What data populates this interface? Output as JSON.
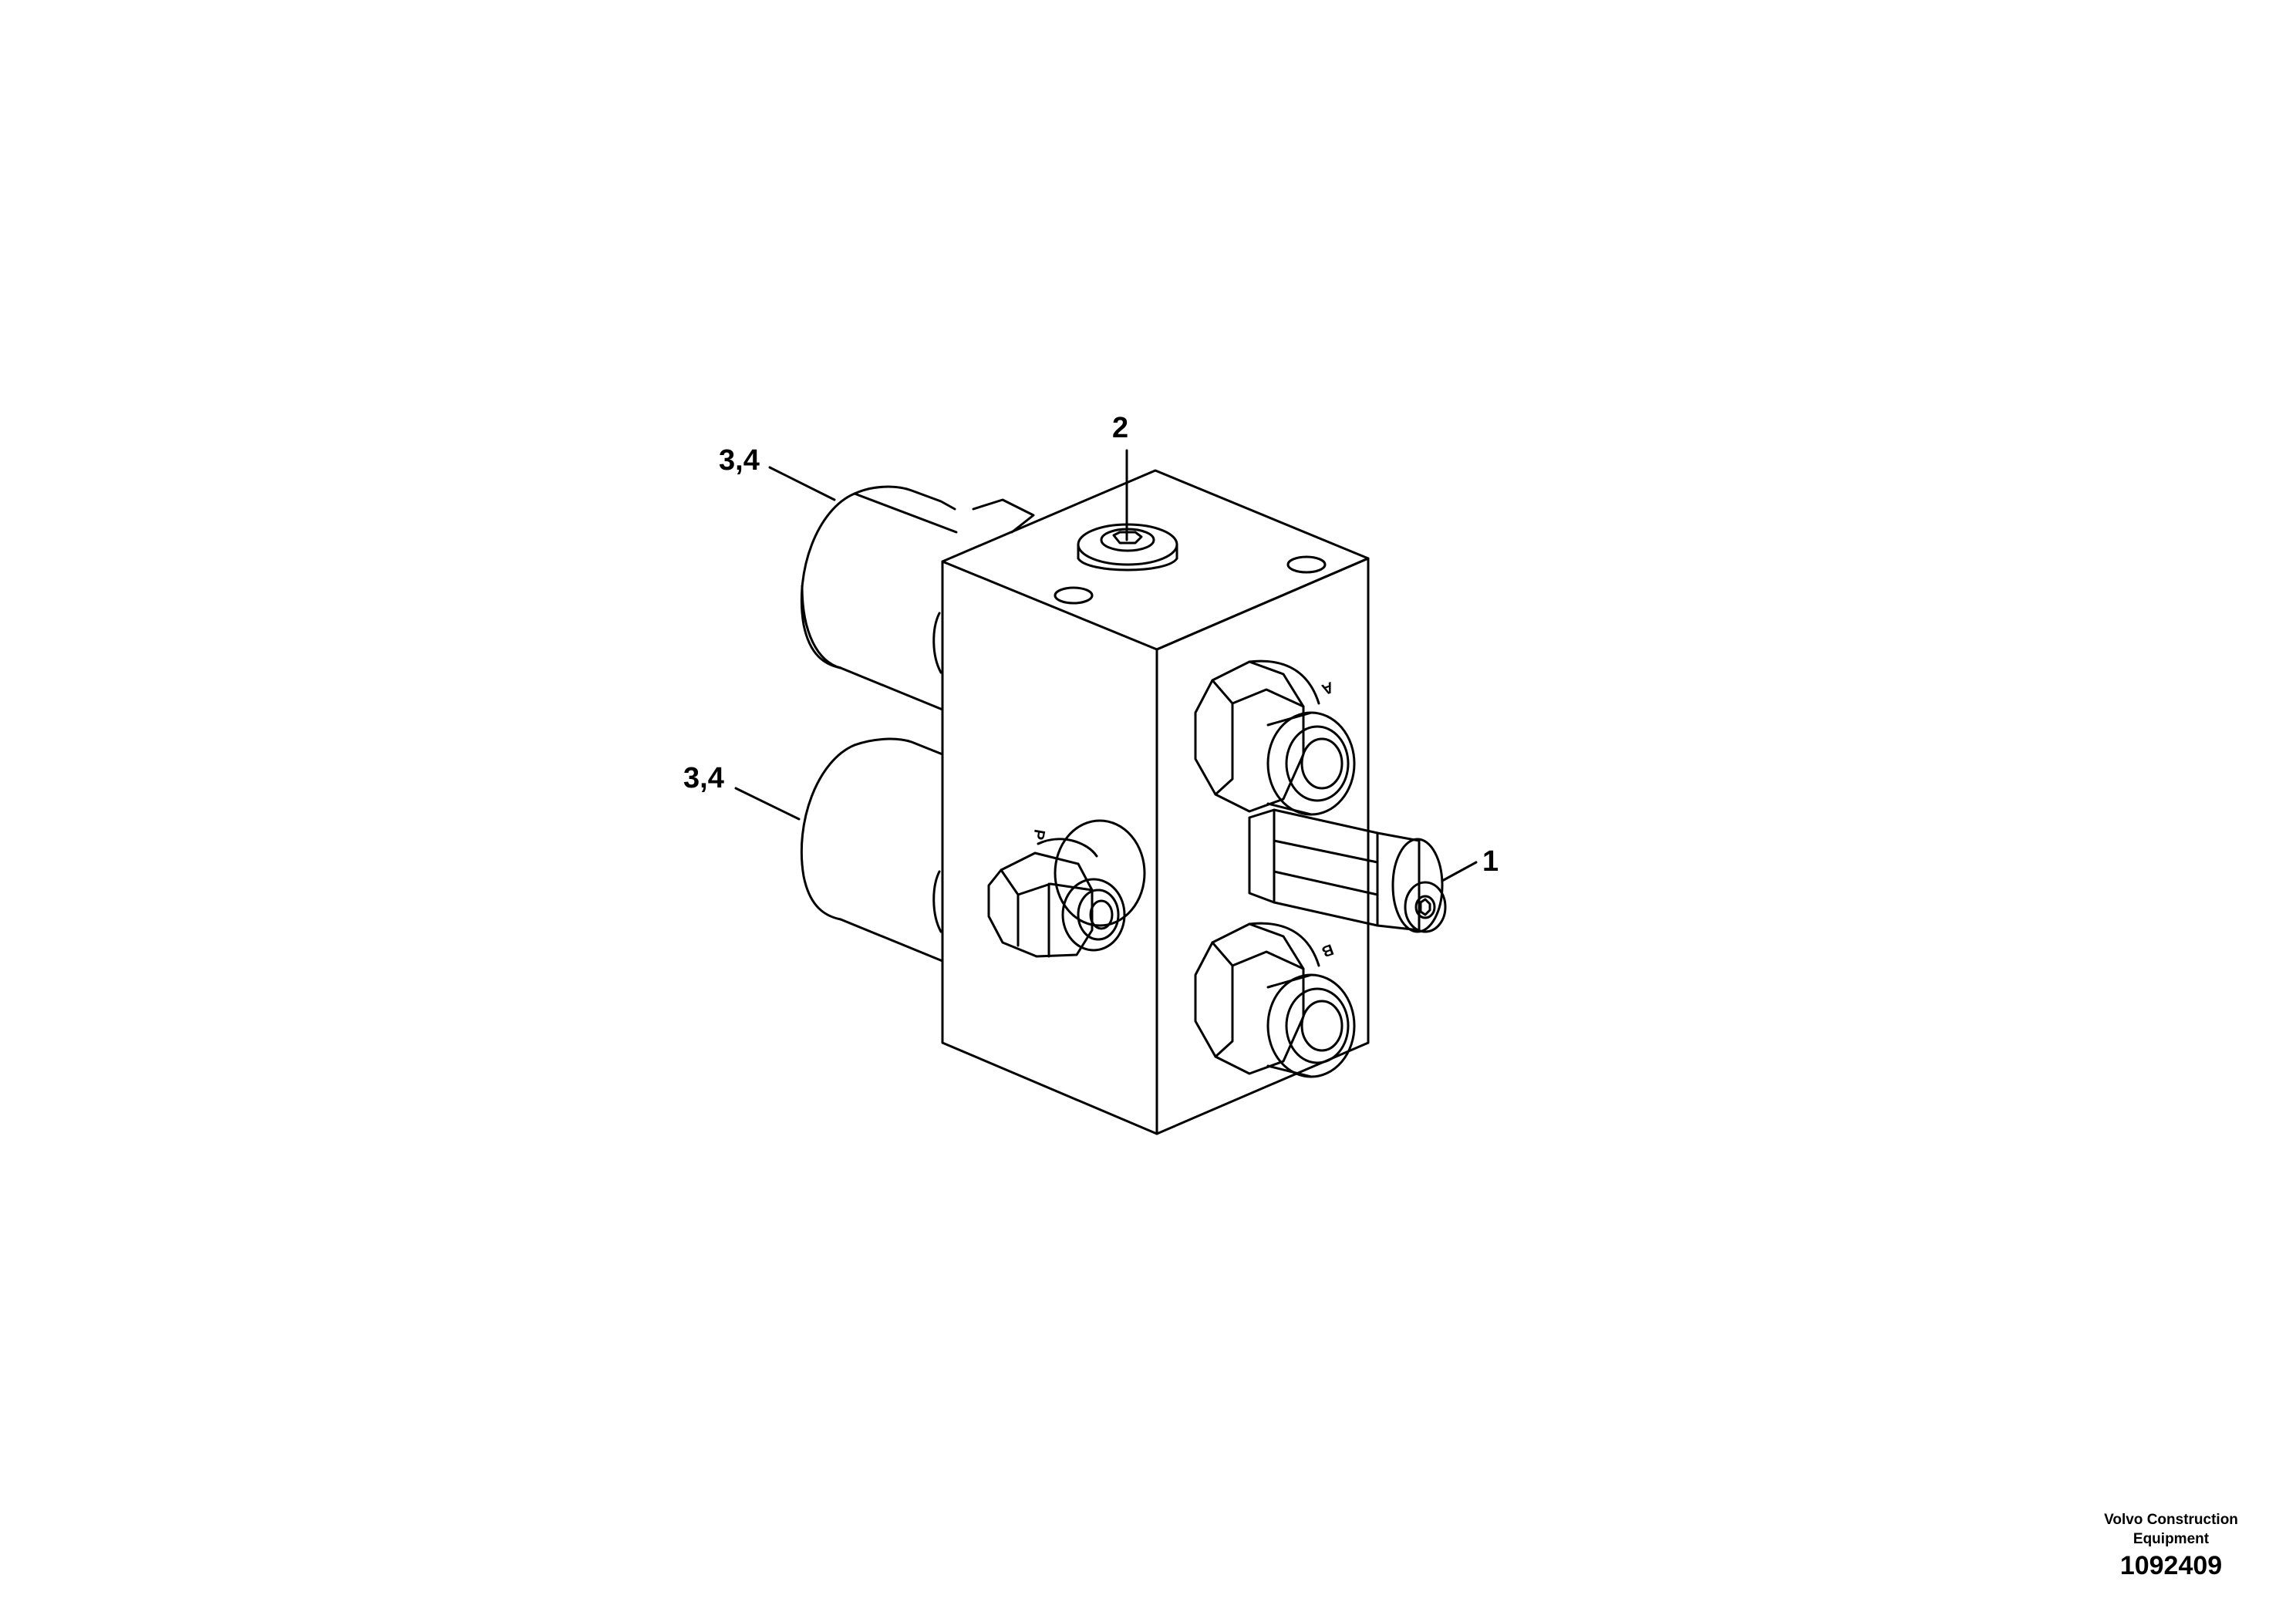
{
  "callouts": {
    "part_1": "1",
    "part_2": "2",
    "part_3_4_top": "3,4",
    "part_3_4_bottom": "3,4"
  },
  "ports": {
    "a": "A",
    "b": "B",
    "p": "P"
  },
  "footer": {
    "company": "Volvo Construction Equipment",
    "drawing_number": "1092409"
  }
}
